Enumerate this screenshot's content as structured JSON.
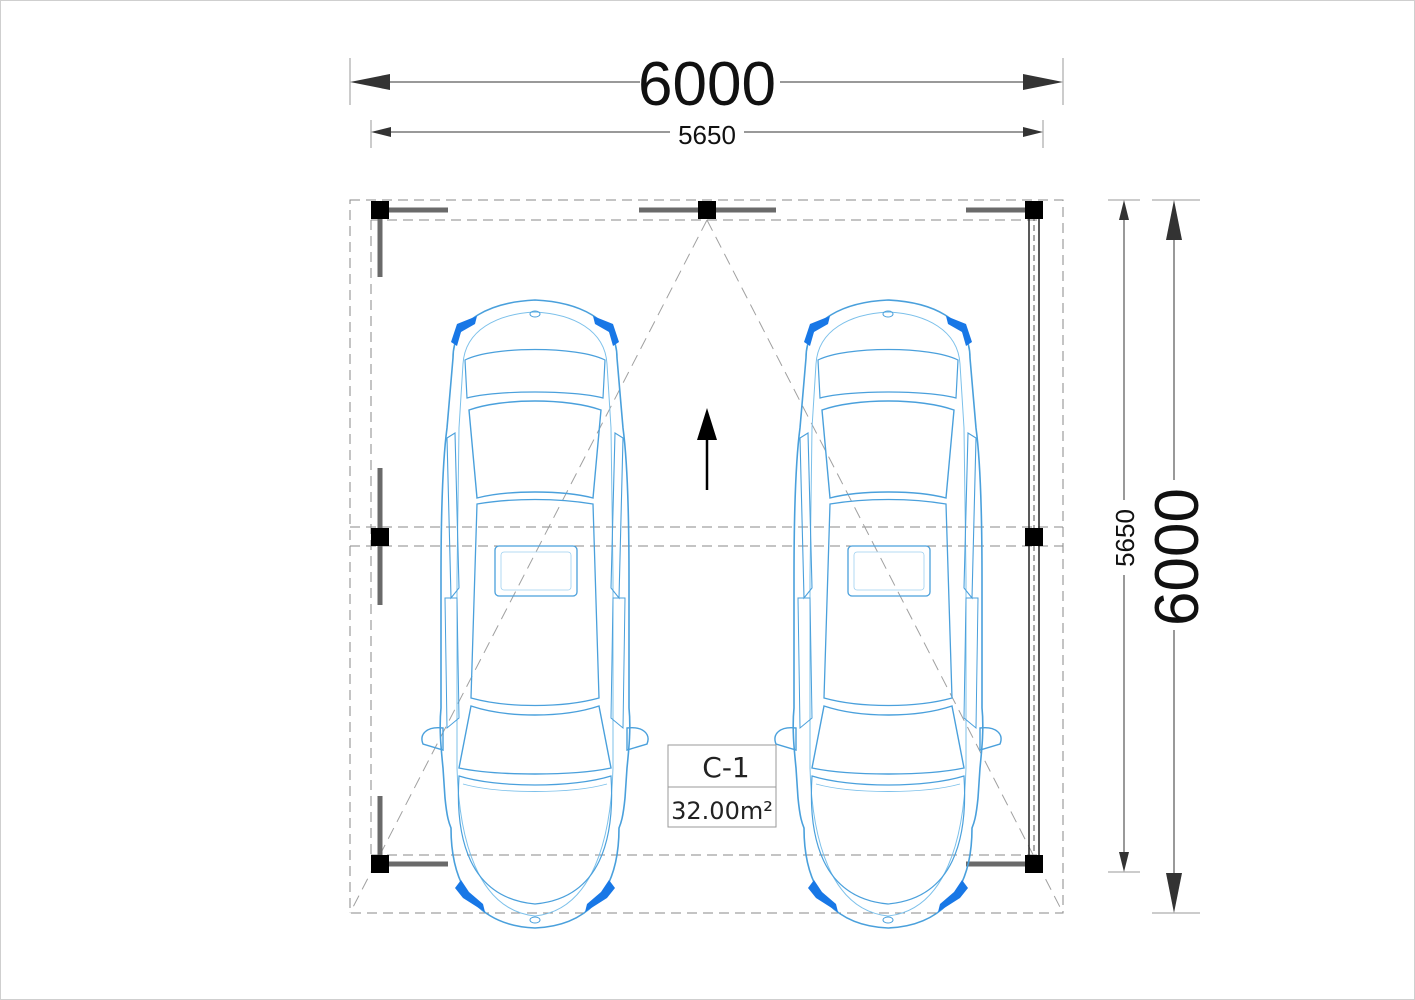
{
  "dimensions": {
    "outer_width": "6000",
    "inner_width": "5650",
    "outer_depth": "6000",
    "inner_depth": "5650"
  },
  "room": {
    "code": "C-1",
    "area": "32.00m²"
  },
  "colors": {
    "car_outline": "#4aa0dc",
    "car_light": "#1877e6",
    "post": "#000000",
    "beam": "#6a6a6a",
    "dim_line": "#333333",
    "dash": "#8a8a8a"
  },
  "icons": [
    "direction-arrow-icon",
    "car-icon"
  ]
}
